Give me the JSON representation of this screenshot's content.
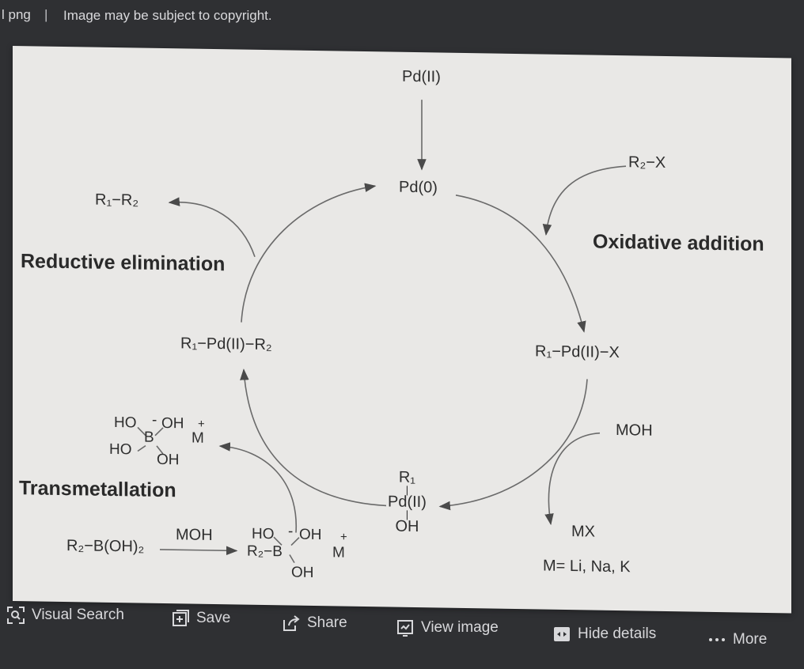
{
  "topbar": {
    "filename_fragment": "l png",
    "separator": "|",
    "copyright_notice": "Image may be subject to copyright."
  },
  "diagram": {
    "pd2_top": "Pd(II)",
    "pd0": "Pd(0)",
    "r2x": "R₂−X",
    "oxidative_addition": "Oxidative addition",
    "r1pd2x": "R₁−Pd(II)−X",
    "moh_right": "MOH",
    "mx": "MX",
    "m_list": "M= Li, Na, K",
    "r1_top": "R₁",
    "bond_bar": "|",
    "pd2_mid": "Pd(II)",
    "oh_bottom": "OH",
    "r1r2": "R₁−R₂",
    "reductive_elimination": "Reductive elimination",
    "r1pd2r2": "R₁−Pd(II)−R₂",
    "borate_top_left": "HO",
    "borate_minus": "-",
    "borate_top_right": "OH",
    "borate_b": "B",
    "borate_bot_left": "HO",
    "borate_bot_right": "OH",
    "borate_plus": "+",
    "borate_m": "M",
    "transmetallation": "Transmetallation",
    "boronic_acid": "R₂−B(OH)₂",
    "moh_bottom": "MOH",
    "ate_top_left": "HO",
    "ate_minus": "-",
    "ate_top_right": "OH",
    "ate_r2b": "R₂−B",
    "ate_oh": "OH",
    "ate_plus": "+",
    "ate_m": "M"
  },
  "toolbar": {
    "visual_search": "Visual Search",
    "save": "Save",
    "share": "Share",
    "view_image": "View image",
    "hide_details": "Hide details",
    "more": "More"
  },
  "icons": {
    "visual_search": "visual-search-icon",
    "save": "save-icon",
    "share": "share-icon",
    "view_image": "view-image-icon",
    "hide_details": "hide-details-icon",
    "more": "more-dots-icon"
  }
}
